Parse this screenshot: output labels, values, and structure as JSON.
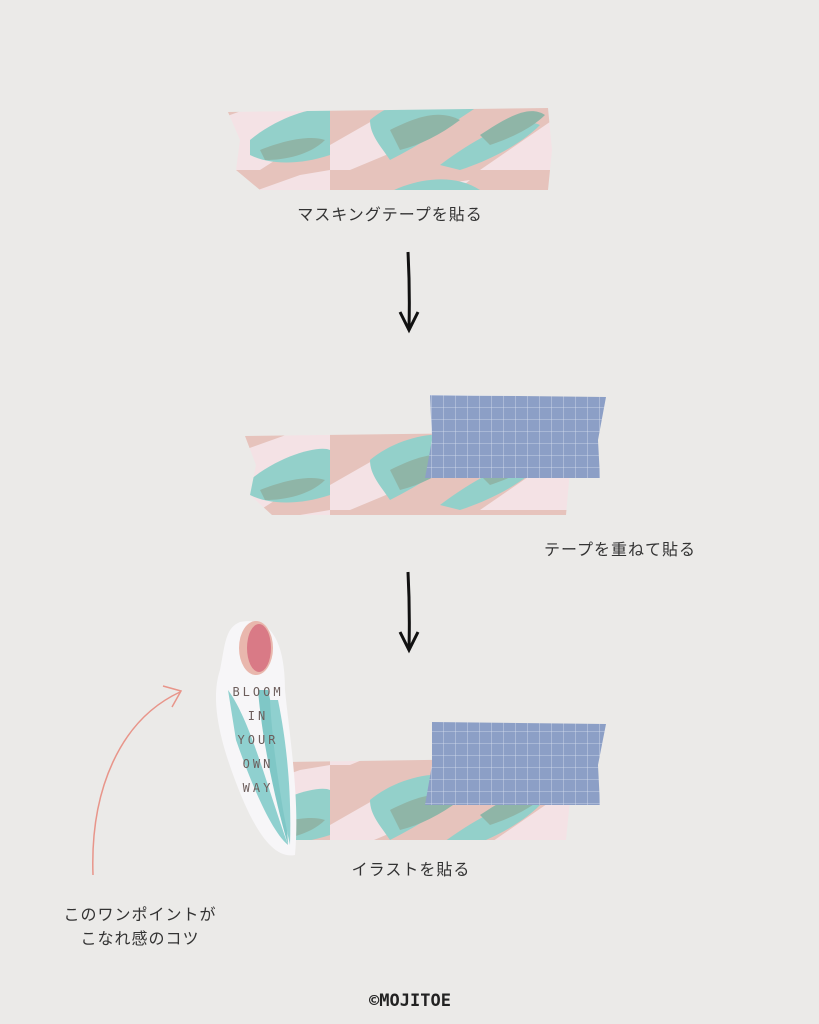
{
  "steps": [
    {
      "label": "マスキングテープを貼る"
    },
    {
      "label": "テープを重ねて貼る"
    },
    {
      "label": "イラストを貼る"
    }
  ],
  "sticker": {
    "lines": [
      "BLOOM",
      "IN",
      "YOUR",
      "OWN",
      "WAY"
    ]
  },
  "note": {
    "lines": [
      "このワンポイントが",
      "こなれ感のコツ"
    ]
  },
  "copyright": "©MOJITOE",
  "colors": {
    "background": "#ebeae8",
    "tape_pink": "#e6c3bc",
    "tape_mint": "#93d0ca",
    "tape_pale": "#f4e2e5",
    "tape_green": "#8fb5a7",
    "grid_tape": "#8c9fc6",
    "note_arrow": "#e8958a"
  }
}
